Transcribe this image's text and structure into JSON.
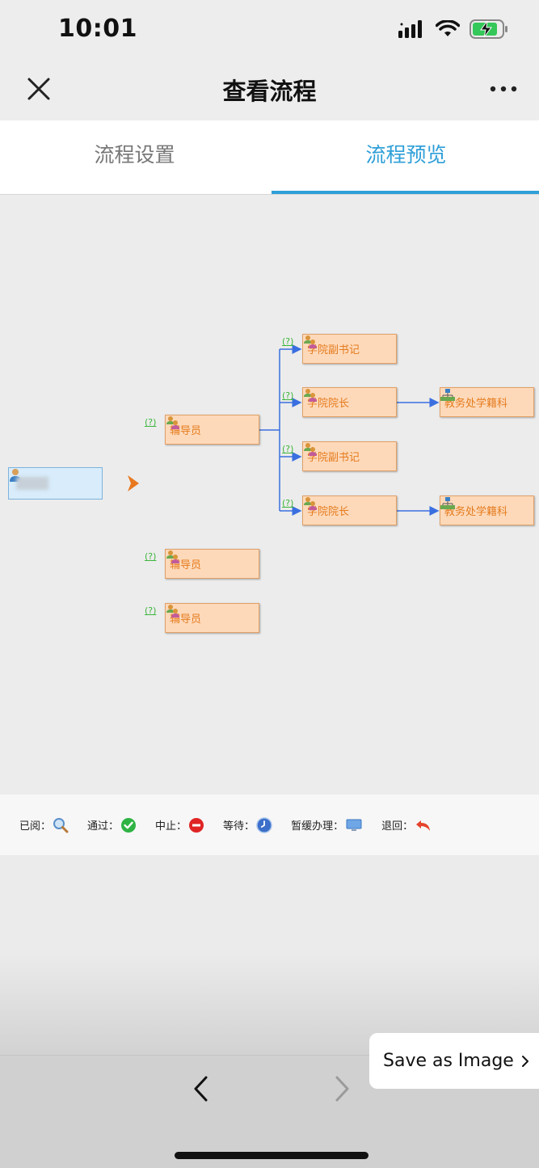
{
  "status_bar": {
    "time": "10:01"
  },
  "nav": {
    "title": "查看流程"
  },
  "tabs": [
    {
      "label": "流程设置",
      "active": false
    },
    {
      "label": "流程预览",
      "active": true
    }
  ],
  "flow": {
    "question_mark": "(?)",
    "start_node": {
      "name_blurred": true
    },
    "level1": [
      {
        "label": "辅导员"
      },
      {
        "label": "辅导员"
      },
      {
        "label": "辅导员"
      }
    ],
    "level2": [
      {
        "label": "学院副书记"
      },
      {
        "label": "学院院长"
      },
      {
        "label": "学院副书记"
      },
      {
        "label": "学院院长"
      }
    ],
    "level3": [
      {
        "label": "教务处学籍科"
      },
      {
        "label": "教务处学籍科"
      }
    ]
  },
  "legend": [
    {
      "label": "已阅：",
      "icon": "magnifier-icon"
    },
    {
      "label": "通过：",
      "icon": "check-circle-icon"
    },
    {
      "label": "中止：",
      "icon": "stop-icon"
    },
    {
      "label": "等待：",
      "icon": "clock-icon"
    },
    {
      "label": "暂缓办理：",
      "icon": "monitor-icon"
    },
    {
      "label": "退回：",
      "icon": "return-arrow-icon"
    }
  ],
  "save_as_image": {
    "label": "Save as Image"
  },
  "colors": {
    "accent": "#2f9fd8",
    "node_fill": "#fdd9ba",
    "node_text": "#e57b1d",
    "connector": "#3a6fe0",
    "question": "#3cb53c"
  }
}
